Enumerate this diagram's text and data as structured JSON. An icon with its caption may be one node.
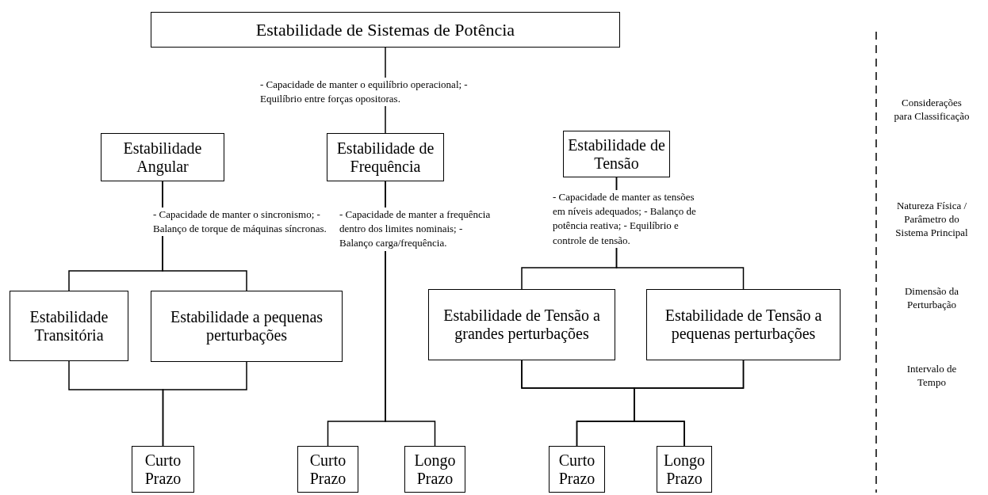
{
  "diagram": {
    "nodes": [
      {
        "text": [
          "Estabilidade de Sistemas de Potência"
        ]
      },
      {
        "text": [
          "Estabilidade Angular"
        ]
      },
      {
        "text": [
          "Estabilidade de Frequência"
        ]
      },
      {
        "text": [
          "Estabilidade de Tensão"
        ]
      },
      {
        "text": [
          "Estabilidade Transitória"
        ]
      },
      {
        "text": [
          "Estabilidade a pequenas perturbações"
        ]
      },
      {
        "text": [
          "Estabilidade de Tensão a grandes perturbações"
        ]
      },
      {
        "text": [
          "Estabilidade de Tensão a pequenas perturbações"
        ]
      },
      {
        "text": [
          "Curto Prazo"
        ]
      },
      {
        "text": [
          "Curto Prazo"
        ]
      },
      {
        "text": [
          "Longo Prazo"
        ]
      },
      {
        "text": [
          "Curto Prazo"
        ]
      },
      {
        "text": [
          "Longo Prazo"
        ]
      }
    ],
    "edges": [
      {
        "from": 0,
        "to": 2,
        "arrow": "none",
        "label": "- Capacidade de manter o equilíbrio operacional; - Equilíbrio entre forças opositoras."
      },
      {
        "from": 1,
        "to": 4,
        "arrow": "none",
        "label": "- Capacidade de manter o sincronismo; - Balanço de torque de máquinas síncronas."
      },
      {
        "from": 1,
        "to": 5,
        "arrow": "none"
      },
      {
        "from": 4,
        "to": 8,
        "arrow": "none"
      },
      {
        "from": 5,
        "to": 8,
        "arrow": "none"
      },
      {
        "from": 2,
        "to": 9,
        "arrow": "none",
        "label": "- Capacidade de manter a frequência dentro dos limites nominais; - Balanço carga/frequência."
      },
      {
        "from": 2,
        "to": 10,
        "arrow": "none"
      },
      {
        "from": 3,
        "to": 6,
        "arrow": "none",
        "label": "- Capacidade de manter as tensões em níveis adequados; - Balanço de potência reativa; - Equilíbrio e controle de tensão."
      },
      {
        "from": 3,
        "to": 7,
        "arrow": "none"
      },
      {
        "from": 6,
        "to": 11,
        "arrow": "none"
      },
      {
        "from": 6,
        "to": 12,
        "arrow": "none"
      },
      {
        "from": 7,
        "to": 11,
        "arrow": "none"
      },
      {
        "from": 7,
        "to": 12,
        "arrow": "none"
      }
    ],
    "labels": [
      "Considerações para Classificação",
      "Natureza Física / Parâmetro do Sistema Principal",
      "Dimensão da Perturbação",
      "Intervalo de Tempo"
    ]
  }
}
